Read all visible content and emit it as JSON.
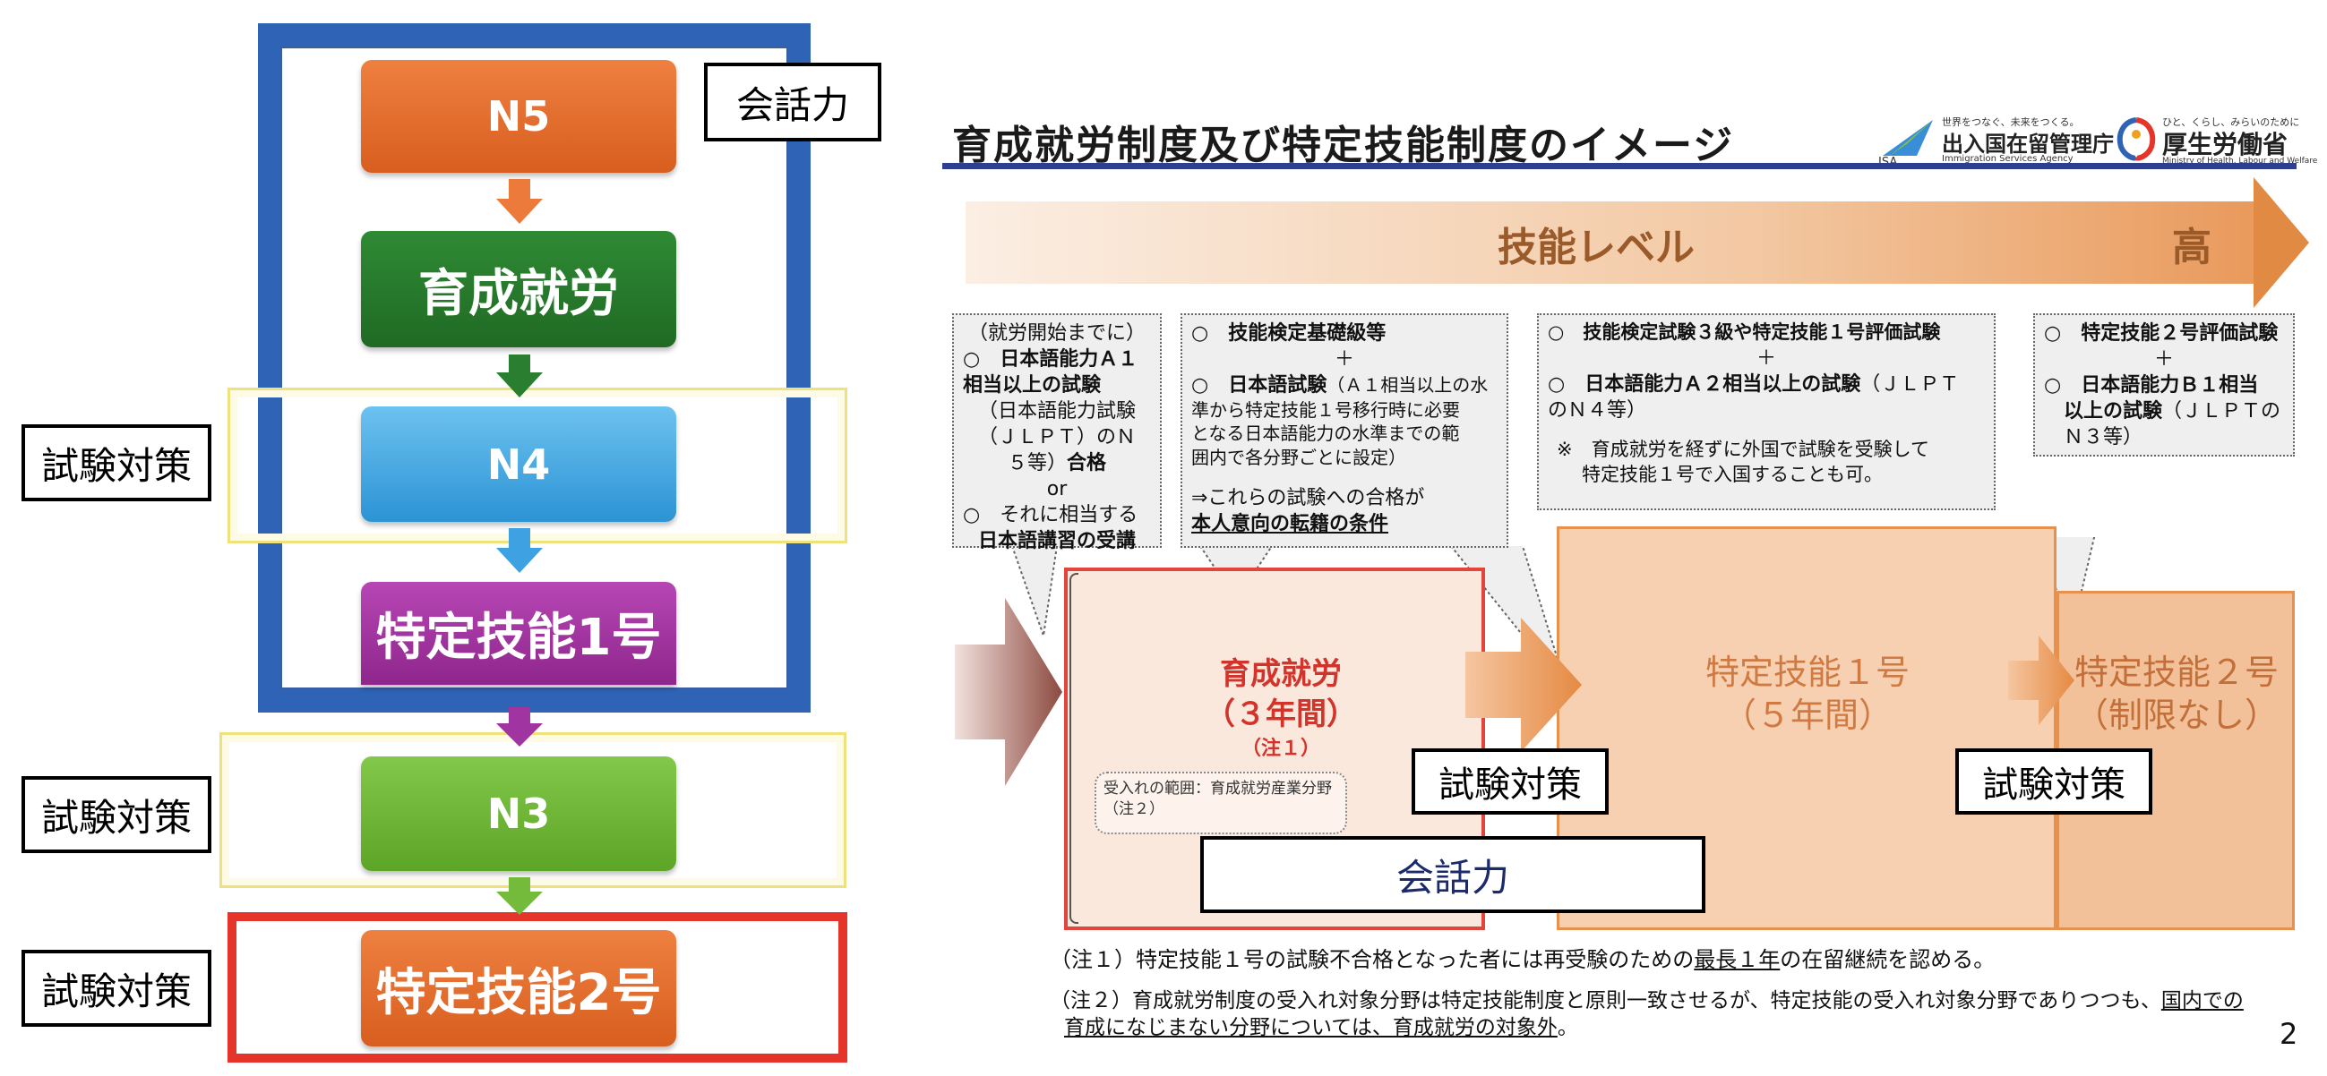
{
  "left_flow": {
    "steps": [
      "N5",
      "育成就労",
      "N4",
      "特定技能1号",
      "N3",
      "特定技能2号"
    ],
    "kaiwa_label": "会話力",
    "shiken_label": "試験対策"
  },
  "slide": {
    "title": "育成就労制度及び特定技能制度のイメージ",
    "logos": {
      "isa_tagline": "世界をつなぐ、未来をつくる。",
      "isa_name": "出入国在留管理庁",
      "isa_en": "Immigration Services Agency",
      "isa_mark": "ISA",
      "mhlw_tagline": "ひと、くらし、みらいのために",
      "mhlw_name": "厚生労働省",
      "mhlw_en": "Ministry of Health, Labour and Welfare"
    },
    "skill_level": "技能レベル",
    "high": "高",
    "callout1": {
      "l1": "（就労開始までに）",
      "l2": "○　日本語能力Ａ１",
      "l3": "相当以上の試験",
      "l4": "（日本語能力試験",
      "l5": "（ＪＬＰＴ）のＮ",
      "l6": "５等）",
      "l6b": "合格",
      "l7": "or",
      "l8": "○　それに相当する",
      "l9": "日本語講習の受講"
    },
    "callout2": {
      "l1": "○　技能検定基礎級等",
      "plus": "＋",
      "l2a": "○　",
      "l2b": "日本語試験",
      "l2c": "（Ａ１相当以上の水",
      "l3": "準から特定技能１号移行時に必要",
      "l4": "となる日本語能力の水準までの範",
      "l5": "囲内で各分野ごとに設定）",
      "l6": "⇒これらの試験への合格が",
      "l7": "本人意向の転籍の条件"
    },
    "callout3": {
      "l1": "○　技能検定試験３級や特定技能１号評価試験",
      "plus": "＋",
      "l2": "○　日本語能力Ａ２相当以上の試験",
      "l2b": "（ＪＬＰＴ",
      "l3": "のＮ４等）",
      "l4": "※　育成就労を経ずに外国で試験を受験して",
      "l5": "特定技能１号で入国することも可。"
    },
    "callout4": {
      "l1": "○　特定技能２号評価試験",
      "plus": "＋",
      "l2": "○　日本語能力Ｂ１相当",
      "l3": "以上の試験",
      "l3b": "（ＪＬＰＴの",
      "l4": "Ｎ３等）"
    },
    "ikusei": {
      "name": "育成就労",
      "years": "（３年間）",
      "note": "（注１）",
      "scope1": "受入れの範囲：育成就労産業分野",
      "scope2": "（注２）"
    },
    "tokutei1": {
      "name": "特定技能１号",
      "years": "（５年間）"
    },
    "tokutei2": {
      "name": "特定技能２号",
      "years": "（制限なし）"
    },
    "shiken_label": "試験対策",
    "kaiwa_label": "会話力",
    "notes": {
      "n1a": "（注１）特定技能１号の試験不合格となった者には再受験のための",
      "n1b": "最長１年",
      "n1c": "の在留継続を認める。",
      "n2a": "（注２）育成就労制度の受入れ対象分野は特定技能制度と原則一致させるが、特定技能の受入れ対象分野でありつつも、",
      "n2b": "国内での",
      "n2c": "育成になじまない分野については、育成就労の対象外",
      "n2d": "。"
    },
    "page_number": "2"
  }
}
